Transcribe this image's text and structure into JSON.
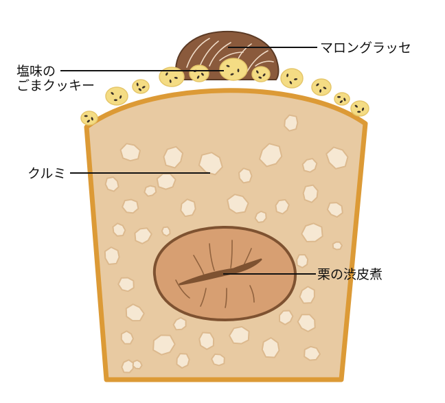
{
  "labels": {
    "marron_glace": "マロングラッセ",
    "cookie_line1": "塩味の",
    "cookie_line2": "ごまクッキー",
    "walnut": "クルミ",
    "chestnut": "栗の渋皮煮"
  },
  "colors": {
    "cake_fill": "#e8caa2",
    "crust": "#dc9a36",
    "walnut_fill": "#f6e8d3",
    "walnut_edge": "#dcb98e",
    "chestnut_fill": "#d79f72",
    "chestnut_edge": "#7e5231",
    "marron_fill": "#8a5a3c",
    "cookie_fill": "#f4dc84",
    "sesame": "#3a3028"
  }
}
